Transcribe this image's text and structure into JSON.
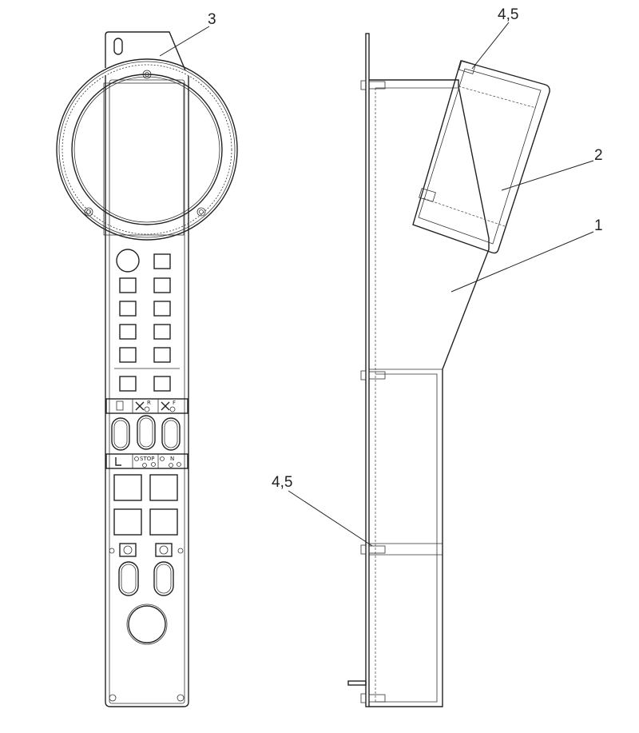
{
  "labels": {
    "item1": "1",
    "item2": "2",
    "item3": "3",
    "item45_top": "4,5",
    "item45_bottom": "4,5"
  },
  "panel": {
    "stop_text": "STOP",
    "r_text": "R",
    "f_text": "F",
    "n_text": "N"
  },
  "icons": {
    "left_view": "pendant-front-view",
    "right_view": "pendant-side-view"
  }
}
